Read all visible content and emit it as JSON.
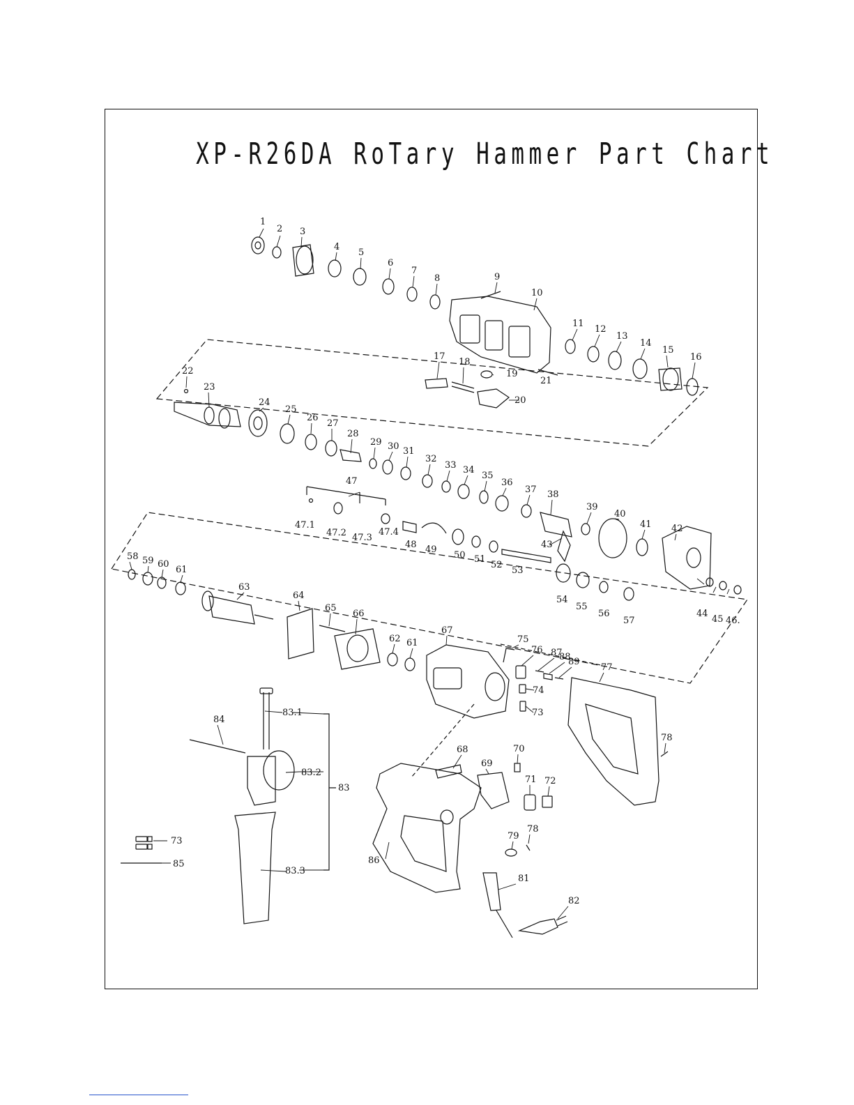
{
  "title": "XP-R26DA RoTary Hammer Part Chart",
  "colors": {
    "ink": "#111111",
    "footer_rule": "#2a55cc"
  },
  "part_labels": [
    "1",
    "2",
    "3",
    "4",
    "5",
    "6",
    "7",
    "8",
    "9",
    "10",
    "11",
    "12",
    "13",
    "14",
    "15",
    "16",
    "17",
    "18",
    "19",
    "20",
    "21",
    "22",
    "23",
    "24",
    "25",
    "26",
    "27",
    "28",
    "29",
    "30",
    "31",
    "32",
    "33",
    "34",
    "35",
    "36",
    "37",
    "38",
    "39",
    "40",
    "41",
    "42",
    "43",
    "44",
    "45",
    "46.",
    "47",
    "47.1",
    "47.2",
    "47.3",
    "47.4",
    "48",
    "49",
    "50",
    "51",
    "52",
    "53",
    "54",
    "55",
    "56",
    "57",
    "58",
    "59",
    "60",
    "61",
    "61",
    "62",
    "63",
    "64",
    "65",
    "66",
    "67",
    "68",
    "69",
    "70",
    "71",
    "72",
    "73",
    "73",
    "74",
    "75",
    "76",
    "77",
    "78",
    "78",
    "79",
    "81",
    "82",
    "83",
    "83.1",
    "83.2",
    "83.3",
    "84",
    "85",
    "86",
    "87",
    "88",
    "89"
  ]
}
